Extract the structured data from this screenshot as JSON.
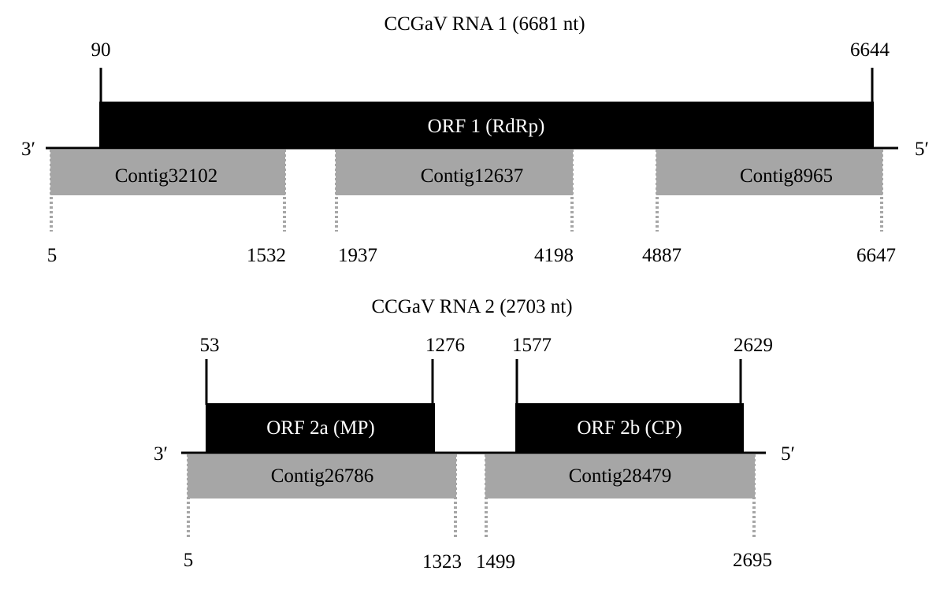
{
  "rna1": {
    "title": "CCGaV RNA 1 (6681 nt)",
    "end_left": "3′",
    "end_right": "5′",
    "orfs": [
      {
        "label": "ORF 1 (RdRp)",
        "start": "90",
        "end": "6644"
      }
    ],
    "contigs": [
      {
        "label": "Contig32102",
        "start": "5",
        "end": "1532"
      },
      {
        "label": "Contig12637",
        "start": "1937",
        "end": "4198"
      },
      {
        "label": "Contig8965",
        "start": "4887",
        "end": "6647"
      }
    ]
  },
  "rna2": {
    "title": "CCGaV RNA 2 (2703 nt)",
    "end_left": "3′",
    "end_right": "5′",
    "orfs": [
      {
        "label": "ORF 2a (MP)",
        "start": "53",
        "end": "1276"
      },
      {
        "label": "ORF 2b (CP)",
        "start": "1577",
        "end": "2629"
      }
    ],
    "contigs": [
      {
        "label": "Contig26786",
        "start": "5",
        "end": "1323"
      },
      {
        "label": "Contig28479",
        "start": "1499",
        "end": "2695"
      }
    ]
  },
  "colors": {
    "orf_fill": "#000000",
    "contig_fill": "#a6a6a6",
    "contig_tick": "#a6a6a6",
    "line": "#000000"
  }
}
